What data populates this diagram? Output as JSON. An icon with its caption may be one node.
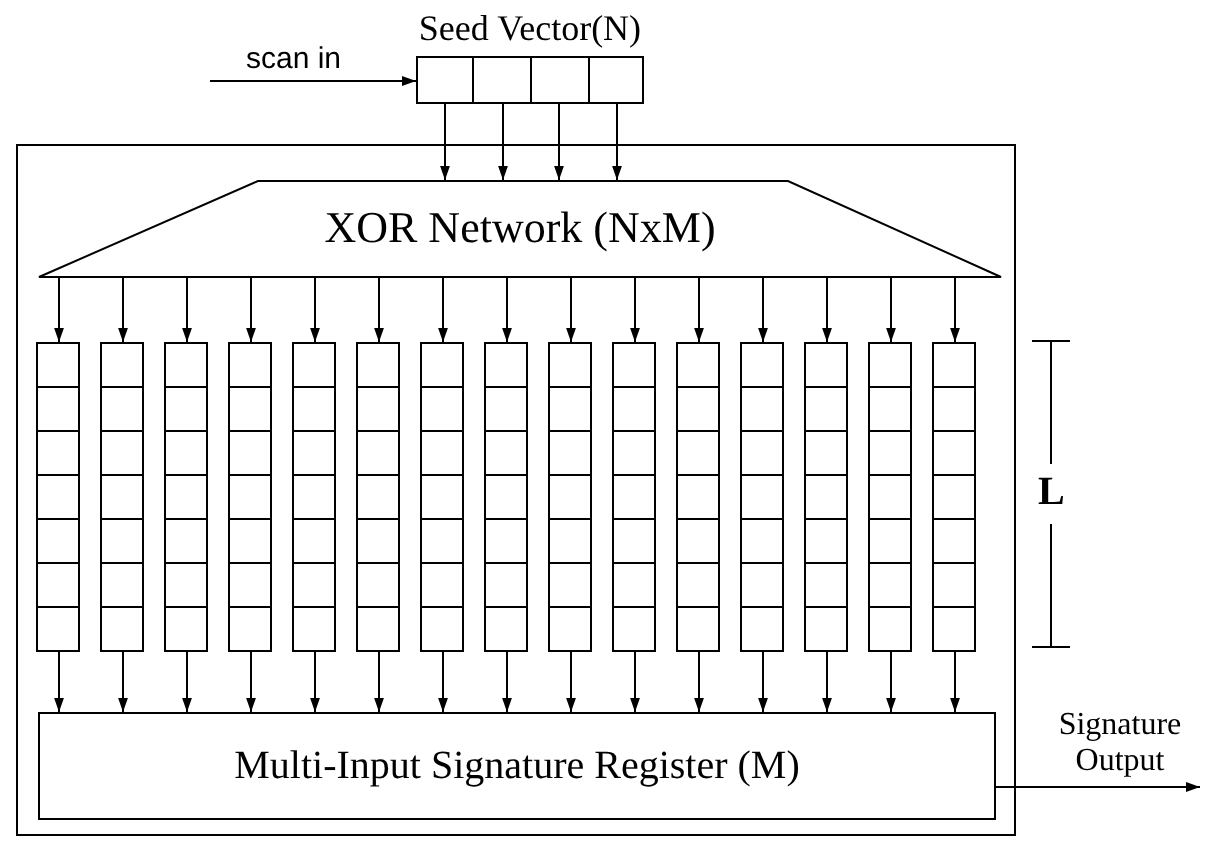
{
  "diagram": {
    "nodes": [
      {
        "text": [
          "Seed Vector(N)"
        ]
      },
      {
        "text": [
          "scan in"
        ]
      },
      {
        "text": [],
        "shape": "box"
      },
      {
        "text": [
          "XOR Network (NxM)"
        ],
        "in": 2
      },
      {
        "text": [],
        "shape": "bar",
        "in": 2
      },
      {
        "text": [],
        "shape": "bar",
        "in": 2
      },
      {
        "text": [],
        "shape": "bar",
        "in": 2
      },
      {
        "text": [],
        "shape": "bar",
        "in": 2
      },
      {
        "text": [],
        "shape": "bar",
        "in": 2
      },
      {
        "text": [],
        "shape": "bar",
        "in": 2
      },
      {
        "text": [],
        "shape": "bar",
        "in": 2
      },
      {
        "text": [],
        "shape": "bar",
        "in": 2
      },
      {
        "text": [],
        "shape": "bar",
        "in": 2
      },
      {
        "text": [],
        "shape": "bar",
        "in": 2
      },
      {
        "text": [],
        "shape": "bar",
        "in": 2
      },
      {
        "text": [],
        "shape": "bar",
        "in": 2
      },
      {
        "text": [],
        "shape": "bar",
        "in": 2
      },
      {
        "text": [],
        "shape": "bar",
        "in": 2
      },
      {
        "text": [],
        "shape": "bar",
        "in": 2
      },
      {
        "text": [
          "Multi-Input Signature Register (M)"
        ],
        "in": 2
      }
    ],
    "edges": [
      {
        "from": 1,
        "to": 0,
        "arrow": "to"
      },
      {
        "from": 0,
        "to": 3,
        "arrow": "to"
      },
      {
        "from": 0,
        "to": 3,
        "arrow": "to"
      },
      {
        "from": 0,
        "to": 3,
        "arrow": "to"
      },
      {
        "from": 0,
        "to": 3,
        "arrow": "to"
      },
      {
        "from": 3,
        "to": 4,
        "arrow": "to"
      },
      {
        "from": 3,
        "to": 5,
        "arrow": "to"
      },
      {
        "from": 3,
        "to": 6,
        "arrow": "to"
      },
      {
        "from": 3,
        "to": 7,
        "arrow": "to"
      },
      {
        "from": 3,
        "to": 8,
        "arrow": "to"
      },
      {
        "from": 3,
        "to": 9,
        "arrow": "to"
      },
      {
        "from": 3,
        "to": 10,
        "arrow": "to"
      },
      {
        "from": 3,
        "to": 11,
        "arrow": "to"
      },
      {
        "from": 3,
        "to": 12,
        "arrow": "to"
      },
      {
        "from": 3,
        "to": 13,
        "arrow": "to"
      },
      {
        "from": 3,
        "to": 14,
        "arrow": "to"
      },
      {
        "from": 3,
        "to": 15,
        "arrow": "to"
      },
      {
        "from": 3,
        "to": 16,
        "arrow": "to"
      },
      {
        "from": 3,
        "to": 17,
        "arrow": "to"
      },
      {
        "from": 3,
        "to": 18,
        "arrow": "to"
      },
      {
        "from": 4,
        "to": 19,
        "arrow": "to"
      },
      {
        "from": 5,
        "to": 19,
        "arrow": "to"
      },
      {
        "from": 6,
        "to": 19,
        "arrow": "to"
      },
      {
        "from": 7,
        "to": 19,
        "arrow": "to"
      },
      {
        "from": 8,
        "to": 19,
        "arrow": "to"
      },
      {
        "from": 9,
        "to": 19,
        "arrow": "to"
      },
      {
        "from": 10,
        "to": 19,
        "arrow": "to"
      },
      {
        "from": 11,
        "to": 19,
        "arrow": "to"
      },
      {
        "from": 12,
        "to": 19,
        "arrow": "to"
      },
      {
        "from": 13,
        "to": 19,
        "arrow": "to"
      },
      {
        "from": 14,
        "to": 19,
        "arrow": "to"
      },
      {
        "from": 15,
        "to": 19,
        "arrow": "to"
      },
      {
        "from": 16,
        "to": 19,
        "arrow": "to"
      },
      {
        "from": 17,
        "to": 19,
        "arrow": "to"
      },
      {
        "from": 18,
        "to": 19,
        "arrow": "to"
      },
      {
        "from": 19,
        "to": null,
        "arrow": "to",
        "label": "Signature Output"
      }
    ],
    "labels": [
      "L"
    ]
  }
}
